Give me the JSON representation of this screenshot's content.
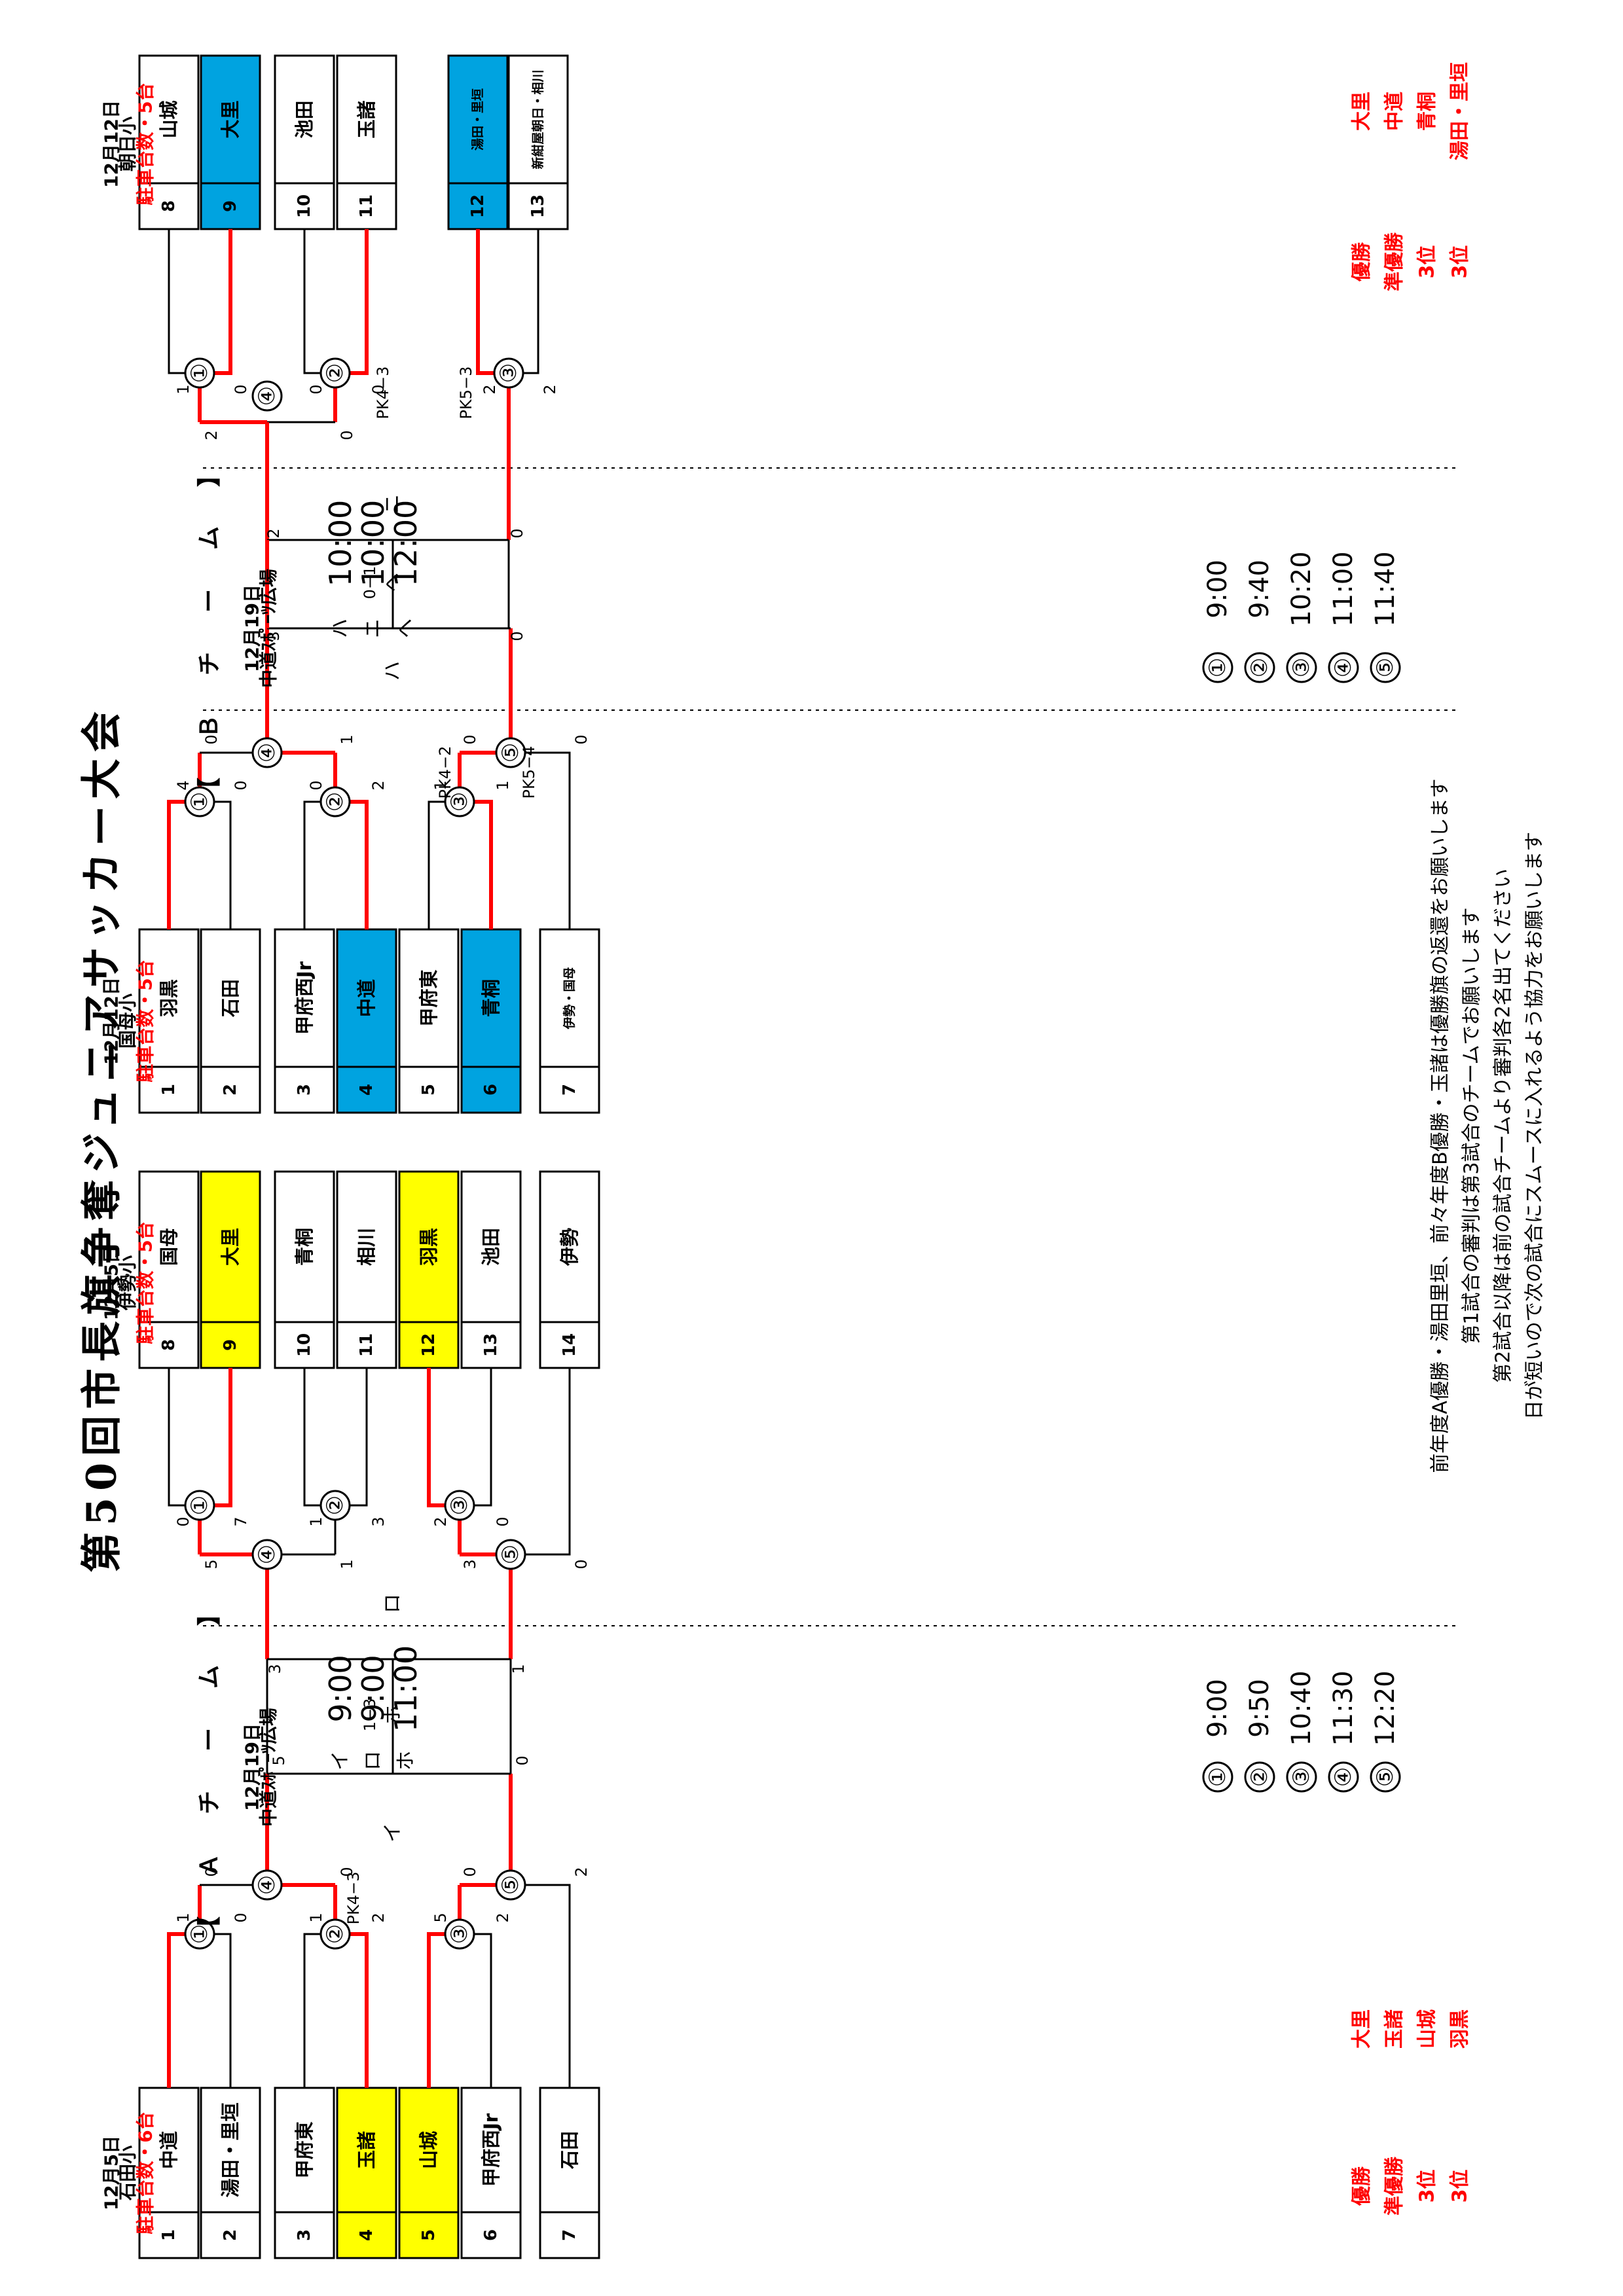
{
  "title": "第50回市長旗争奪ジュニアサッカー大会",
  "a_team": {
    "header": "【　Ａ　チ　ー　ム　】",
    "final_day": {
      "date": "12月19日",
      "venue": "中道ｽﾎﾟｰﾂ広場",
      "rows": [
        {
          "label": "イ",
          "time": "9:00"
        },
        {
          "label": "ロ",
          "time": "9:00"
        },
        {
          "label": "ホ",
          "time": "11:00"
        }
      ]
    },
    "round_times": [
      {
        "mark": "①",
        "time": "9:00"
      },
      {
        "mark": "②",
        "time": "9:50"
      },
      {
        "mark": "③",
        "time": "10:40"
      },
      {
        "mark": "④",
        "time": "11:30"
      },
      {
        "mark": "⑤",
        "time": "12:20"
      }
    ],
    "group1": {
      "date": "12月5日",
      "venue": "石田小",
      "parking": "駐車台数・6台",
      "teams": [
        {
          "name": "中道",
          "seed": "1"
        },
        {
          "name": "湯田・里垣",
          "seed": "2"
        },
        {
          "name": "甲府東",
          "seed": "3"
        },
        {
          "name": "玉諸",
          "seed": "4"
        },
        {
          "name": "山城",
          "seed": "5"
        },
        {
          "name": "甲府西Jr",
          "seed": "6"
        },
        {
          "name": "石田",
          "seed": "7"
        }
      ]
    },
    "group2": {
      "date": "12月5日",
      "venue": "伊勢小",
      "parking": "駐車台数・5台",
      "teams": [
        {
          "name": "国母",
          "seed": "8"
        },
        {
          "name": "大里",
          "seed": "9"
        },
        {
          "name": "青桐",
          "seed": "10"
        },
        {
          "name": "相川",
          "seed": "11"
        },
        {
          "name": "羽黒",
          "seed": "12"
        },
        {
          "name": "池田",
          "seed": "13"
        },
        {
          "name": "伊勢",
          "seed": "14"
        }
      ]
    },
    "final_labels": {
      "i": "イ",
      "ro": "ロ",
      "ho_score": "1−3",
      "ho": "ホ"
    },
    "results": [
      {
        "rank": "優勝",
        "team": "大里"
      },
      {
        "rank": "準優勝",
        "team": "玉諸"
      },
      {
        "rank": "3位",
        "team": "山城"
      },
      {
        "rank": "3位",
        "team": "羽黒"
      }
    ]
  },
  "b_team": {
    "header": "【　Ｂ　チ　ー　ム　】",
    "final_day": {
      "date": "12月19日",
      "venue": "中道ｽﾎﾟｰﾂ広場",
      "rows": [
        {
          "label": "ハ",
          "time": "10:00"
        },
        {
          "label": "ニ",
          "time": "10:00"
        },
        {
          "label": "ヘ",
          "time": "12:00"
        }
      ]
    },
    "round_times": [
      {
        "mark": "①",
        "time": "9:00"
      },
      {
        "mark": "②",
        "time": "9:40"
      },
      {
        "mark": "③",
        "time": "10:20"
      },
      {
        "mark": "④",
        "time": "11:00"
      },
      {
        "mark": "⑤",
        "time": "11:40"
      }
    ],
    "group1": {
      "date": "12月12日",
      "venue": "国母小",
      "parking": "駐車台数・5台",
      "teams": [
        {
          "name": "羽黒",
          "seed": "1"
        },
        {
          "name": "石田",
          "seed": "2"
        },
        {
          "name": "甲府西Jr",
          "seed": "3"
        },
        {
          "name": "中道",
          "seed": "4"
        },
        {
          "name": "甲府東",
          "seed": "5"
        },
        {
          "name": "青桐",
          "seed": "6"
        },
        {
          "name": "伊勢・国母",
          "seed": "7"
        }
      ]
    },
    "group2": {
      "date": "12月12日",
      "venue": "朝日小",
      "parking": "駐車台数・5台",
      "teams": [
        {
          "name": "山城",
          "seed": "8"
        },
        {
          "name": "大里",
          "seed": "9"
        },
        {
          "name": "池田",
          "seed": "10"
        },
        {
          "name": "玉諸",
          "seed": "11"
        },
        {
          "name": "湯田・里垣",
          "seed": "12"
        },
        {
          "name": "新紺屋朝日・相川",
          "seed": "13"
        }
      ]
    },
    "final_labels": {
      "ha": "ハ",
      "ni": "ニ",
      "he_score": "0−1",
      "he": "ヘ"
    },
    "results": [
      {
        "rank": "優勝",
        "team": "大里"
      },
      {
        "rank": "準優勝",
        "team": "中道"
      },
      {
        "rank": "3位",
        "team": "青桐"
      },
      {
        "rank": "3位",
        "team": "湯田・里垣"
      }
    ]
  },
  "notes": [
    "前年度A優勝・湯田里垣、前々年度B優勝・玉諸は優勝旗の返還をお願いします",
    "第1試合の審判は第3試合のチームでお願いします",
    "第2試合以降は前の試合チームより審判各2名出てください",
    "日が短いので次の試合にスムースに入れるよう協力をお願いします"
  ],
  "pk": {
    "a1": "PK4−3",
    "b1": "PK4−2",
    "b2": "PK5−4",
    "b3": "PK4−3",
    "b4": "PK5−3"
  },
  "colors": {
    "win_line": "#ff0000",
    "highlight_a": "#ffff00",
    "highlight_b": "#00a3e0",
    "parking": "#ff0000"
  }
}
